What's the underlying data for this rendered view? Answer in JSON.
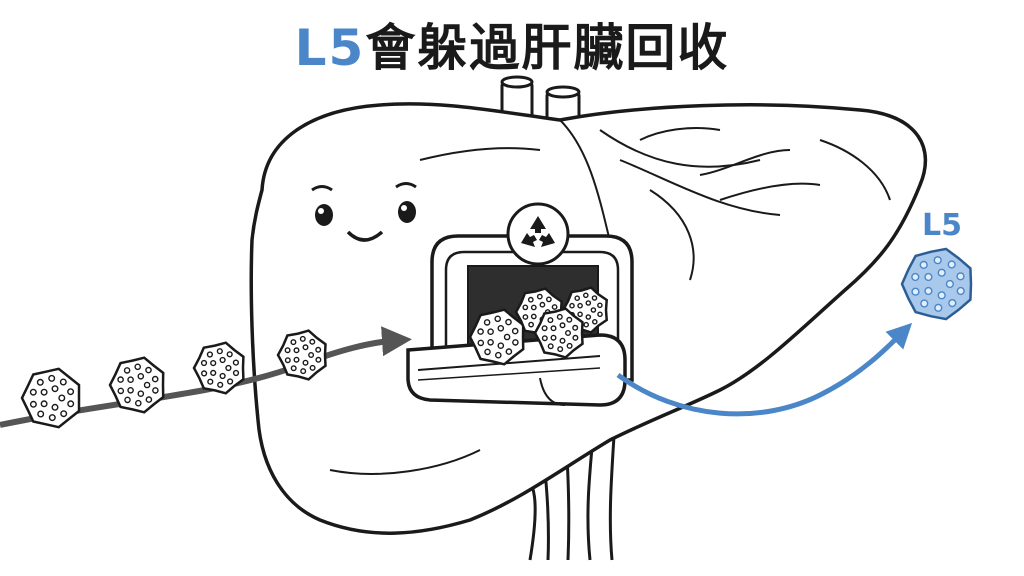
{
  "title": {
    "highlight": "L5",
    "rest": "會躲過肝臟回收"
  },
  "labels": {
    "escaped_particle": "L5"
  },
  "icons": {
    "recycle": "recycle-icon"
  },
  "colors": {
    "accent": "#4a86c8",
    "particle_fill": "#a8c8ec",
    "outline": "#1a1a1a",
    "arrow_in": "#555555"
  }
}
